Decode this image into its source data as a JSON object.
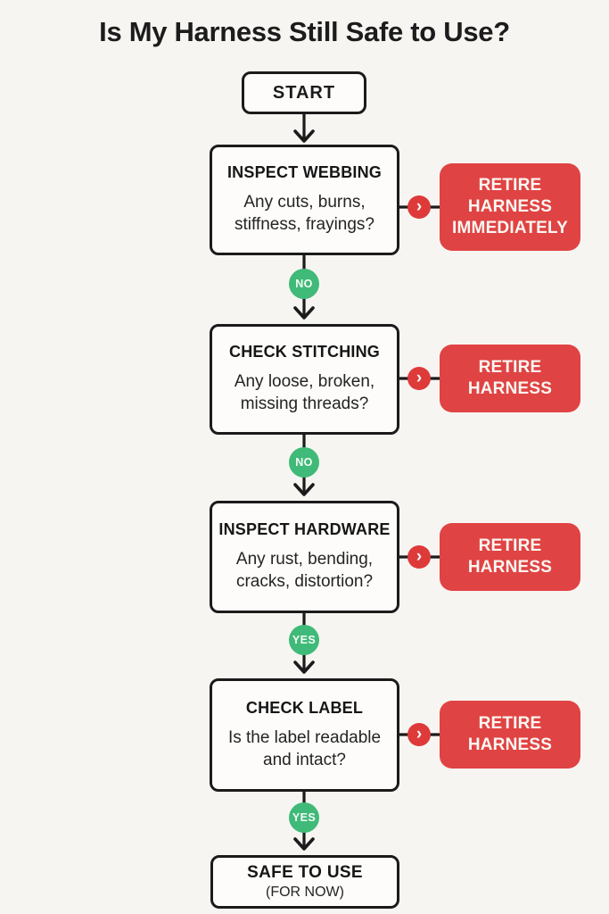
{
  "title": "Is My Harness Still Safe to Use?",
  "icons": {
    "chevron_right": "›"
  },
  "colors": {
    "background": "#f7f5f2",
    "node_fill": "#fdfcfa",
    "ink": "#1b1b1b",
    "action_red": "#e04343",
    "chevron_circle_red": "#de3a3a",
    "branch_green": "#3fba78",
    "action_text": "#faf7f2"
  },
  "flow": {
    "start_label": "START",
    "steps": [
      {
        "header": "INSPECT WEBBING",
        "question": "Any cuts, burns,\nstiffness, frayings?",
        "action_label": "RETIRE\nHARNESS\nIMMEDIATELY",
        "proceed_label": "NO"
      },
      {
        "header": "CHECK STITCHING",
        "question": "Any loose, broken,\nmissing threads?",
        "action_label": "RETIRE\nHARNESS",
        "proceed_label": "NO"
      },
      {
        "header": "INSPECT HARDWARE",
        "question": "Any rust, bending,\ncracks, distortion?",
        "action_label": "RETIRE\nHARNESS",
        "proceed_label": "YES"
      },
      {
        "header": "CHECK LABEL",
        "question": "Is the label readable\nand intact?",
        "action_label": "RETIRE\nHARNESS",
        "proceed_label": "YES"
      }
    ],
    "end": {
      "header": "SAFE TO USE",
      "subheader": "(FOR NOW)"
    }
  }
}
